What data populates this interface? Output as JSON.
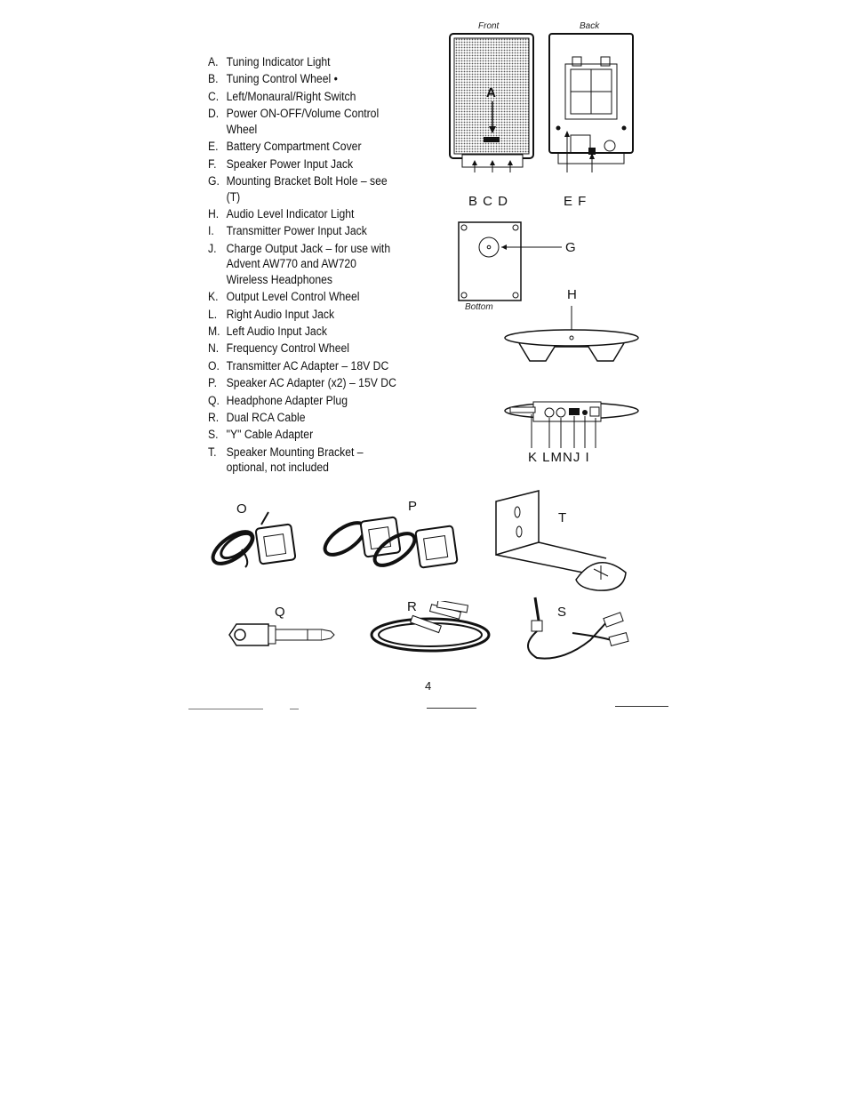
{
  "parts": [
    {
      "letter": "A.",
      "text": "Tuning Indicator Light"
    },
    {
      "letter": "B.",
      "text": "Tuning Control Wheel •"
    },
    {
      "letter": "C.",
      "text": "Left/Monaural/Right Switch"
    },
    {
      "letter": "D.",
      "text": "Power ON-OFF/Volume Control Wheel"
    },
    {
      "letter": "E.",
      "text": "Battery Compartment Cover"
    },
    {
      "letter": "F.",
      "text": "Speaker Power Input Jack"
    },
    {
      "letter": "G.",
      "text": "Mounting Bracket Bolt Hole – see (T)"
    },
    {
      "letter": "H.",
      "text": "Audio Level Indicator Light"
    },
    {
      "letter": "I.",
      "text": "Transmitter Power Input Jack"
    },
    {
      "letter": "J.",
      "text": "Charge Output Jack – for use with Advent AW770 and AW720 Wireless Headphones"
    },
    {
      "letter": "K.",
      "text": "Output Level Control Wheel"
    },
    {
      "letter": "L.",
      "text": "Right Audio Input Jack"
    },
    {
      "letter": "M.",
      "text": "Left Audio Input Jack"
    },
    {
      "letter": "N.",
      "text": "Frequency Control Wheel"
    },
    {
      "letter": "O.",
      "text": "Transmitter AC Adapter – 18V DC"
    },
    {
      "letter": "P.",
      "text": "Speaker AC Adapter (x2) – 15V DC"
    },
    {
      "letter": "Q.",
      "text": "Headphone Adapter Plug"
    },
    {
      "letter": "R.",
      "text": "Dual RCA Cable"
    },
    {
      "letter": "S.",
      "text": "\"Y\" Cable Adapter"
    },
    {
      "letter": "T.",
      "text": "Speaker Mounting Bracket – optional, not included"
    }
  ],
  "captions": {
    "front": "Front",
    "back": "Back",
    "bottom": "Bottom"
  },
  "labels": {
    "a": "A",
    "bcd": "B C D",
    "ef": "E  F",
    "g": "G",
    "h": "H",
    "klmnji": "K LMNJ I",
    "o": "O",
    "p": "P",
    "t": "T",
    "q": "Q",
    "r": "R",
    "s": "S"
  },
  "page_number": "4"
}
